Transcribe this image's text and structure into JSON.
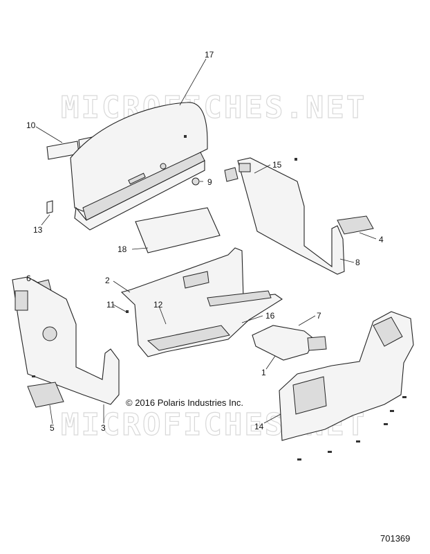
{
  "watermark": {
    "text": "MICROFICHES.NET"
  },
  "copyright": "© 2016 Polaris Industries Inc.",
  "document_number": "701369",
  "callouts": [
    "1",
    "2",
    "3",
    "4",
    "5",
    "6",
    "7",
    "8",
    "9",
    "10",
    "11",
    "12",
    "13",
    "14",
    "15",
    "16",
    "17",
    "18"
  ]
}
